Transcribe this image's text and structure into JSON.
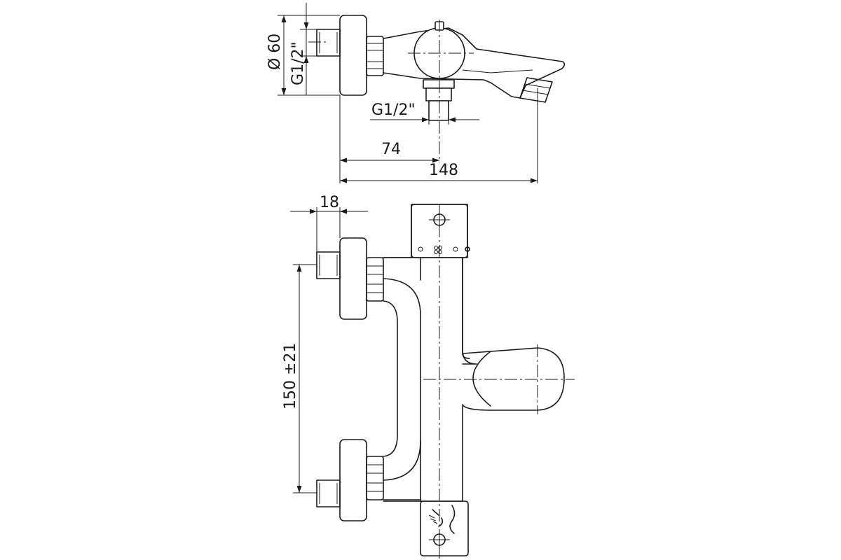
{
  "top_view": {
    "dim_diameter": "Ø 60",
    "dim_inlet_thread": "G1/2\"",
    "dim_outlet_thread": "G1/2\"",
    "dim_74": "74",
    "dim_148": "148"
  },
  "front_view": {
    "dim_18": "18",
    "dim_center_distance": "150 ±21"
  }
}
